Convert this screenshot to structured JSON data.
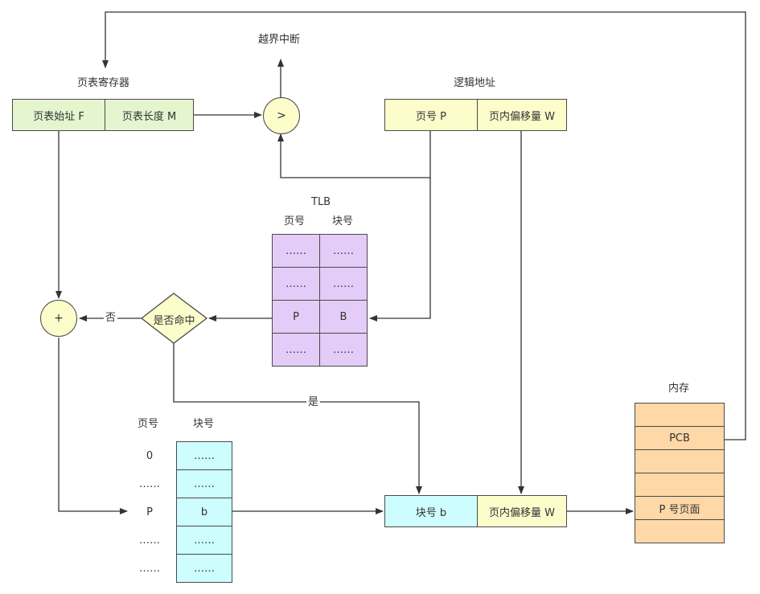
{
  "labels": {
    "overflow_interrupt": "越界中断",
    "page_table_register": "页表寄存器",
    "logical_address": "逻辑地址",
    "tlb": "TLB",
    "tlb_col_page": "页号",
    "tlb_col_block": "块号",
    "pt_col_page": "页号",
    "pt_col_block": "块号",
    "memory": "内存",
    "no": "否",
    "yes": "是"
  },
  "register": {
    "start": "页表始址 F",
    "length": "页表长度 M"
  },
  "logical": {
    "page": "页号 P",
    "offset": "页内偏移量 W"
  },
  "compare_symbol": ">",
  "add_symbol": "+",
  "hit_check": "是否命中",
  "tlb_rows": [
    [
      "……",
      "……"
    ],
    [
      "……",
      "……"
    ],
    [
      "P",
      "B"
    ],
    [
      "……",
      "……"
    ]
  ],
  "page_table": {
    "page_numbers": [
      "0",
      "……",
      "P",
      "……",
      "……"
    ],
    "blocks": [
      "……",
      "……",
      "b",
      "……",
      "……"
    ]
  },
  "physical": {
    "block": "块号 b",
    "offset": "页内偏移量 W"
  },
  "memory_rows": [
    "",
    "PCB",
    "",
    "",
    "P 号页面",
    ""
  ]
}
